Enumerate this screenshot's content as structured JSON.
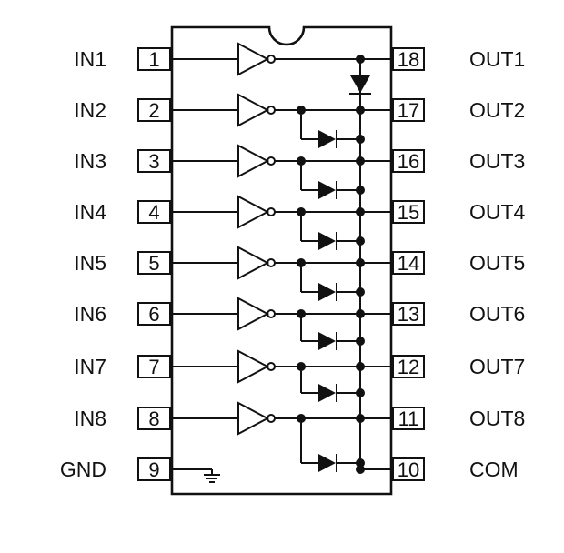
{
  "left_pins": [
    {
      "number": "1",
      "label": "IN1"
    },
    {
      "number": "2",
      "label": "IN2"
    },
    {
      "number": "3",
      "label": "IN3"
    },
    {
      "number": "4",
      "label": "IN4"
    },
    {
      "number": "5",
      "label": "IN5"
    },
    {
      "number": "6",
      "label": "IN6"
    },
    {
      "number": "7",
      "label": "IN7"
    },
    {
      "number": "8",
      "label": "IN8"
    },
    {
      "number": "9",
      "label": "GND"
    }
  ],
  "right_pins": [
    {
      "number": "18",
      "label": "OUT1"
    },
    {
      "number": "17",
      "label": "OUT2"
    },
    {
      "number": "16",
      "label": "OUT3"
    },
    {
      "number": "15",
      "label": "OUT4"
    },
    {
      "number": "14",
      "label": "OUT5"
    },
    {
      "number": "13",
      "label": "OUT6"
    },
    {
      "number": "12",
      "label": "OUT7"
    },
    {
      "number": "11",
      "label": "OUT8"
    },
    {
      "number": "10",
      "label": "COM"
    }
  ],
  "symbols": {
    "driver": "inverter-icon",
    "diode": "diode-icon",
    "ground": "ground-icon"
  }
}
